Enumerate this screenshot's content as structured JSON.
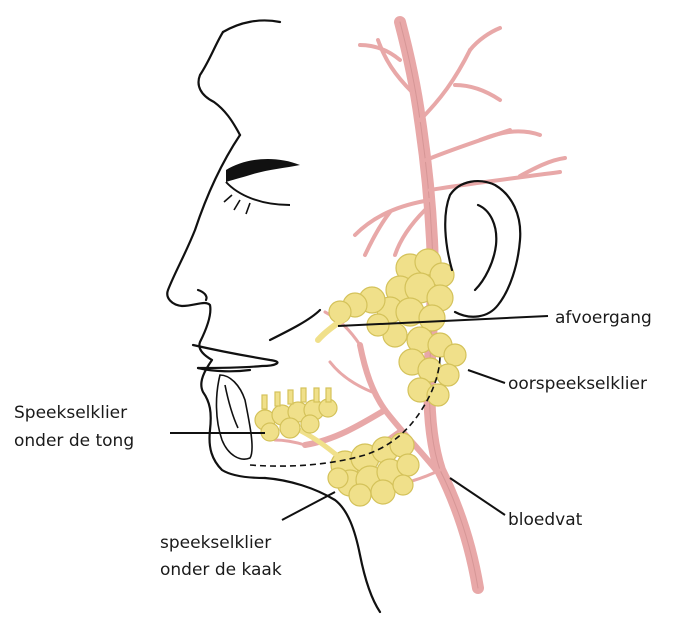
{
  "labels": {
    "afvoergang": "afvoergang",
    "oorspeekselklier": "oorspeekselklier",
    "bloedvat": "bloedvat",
    "speekselklier_tong_line1": "Speekselklier",
    "speekselklier_tong_line2": "onder de tong",
    "speekselklier_kaak_line1": "speekselklier",
    "speekselklier_kaak_line2": "onder de kaak"
  },
  "colors": {
    "outline": "#111111",
    "vessel": "#e8a8a8",
    "vessel_stroke": "#c98a8a",
    "gland": "#f0e08a",
    "gland_stroke": "#d4c25a",
    "text": "#1a1a1a"
  }
}
